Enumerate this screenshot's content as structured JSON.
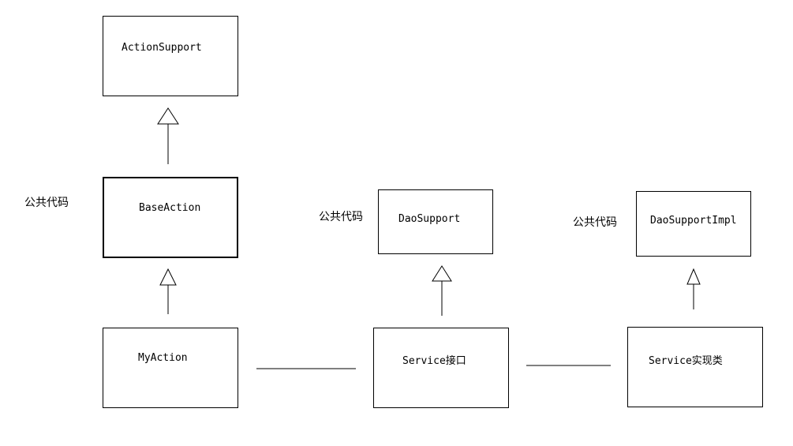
{
  "classes": {
    "action_support": "ActionSupport",
    "base_action": "BaseAction",
    "my_action": "MyAction",
    "dao_support": "DaoSupport",
    "service_interface": "Service接口",
    "dao_support_impl": "DaoSupportImpl",
    "service_impl": "Service实现类"
  },
  "notes": {
    "base_action": "公共代码",
    "dao_support": "公共代码",
    "dao_support_impl": "公共代码"
  }
}
